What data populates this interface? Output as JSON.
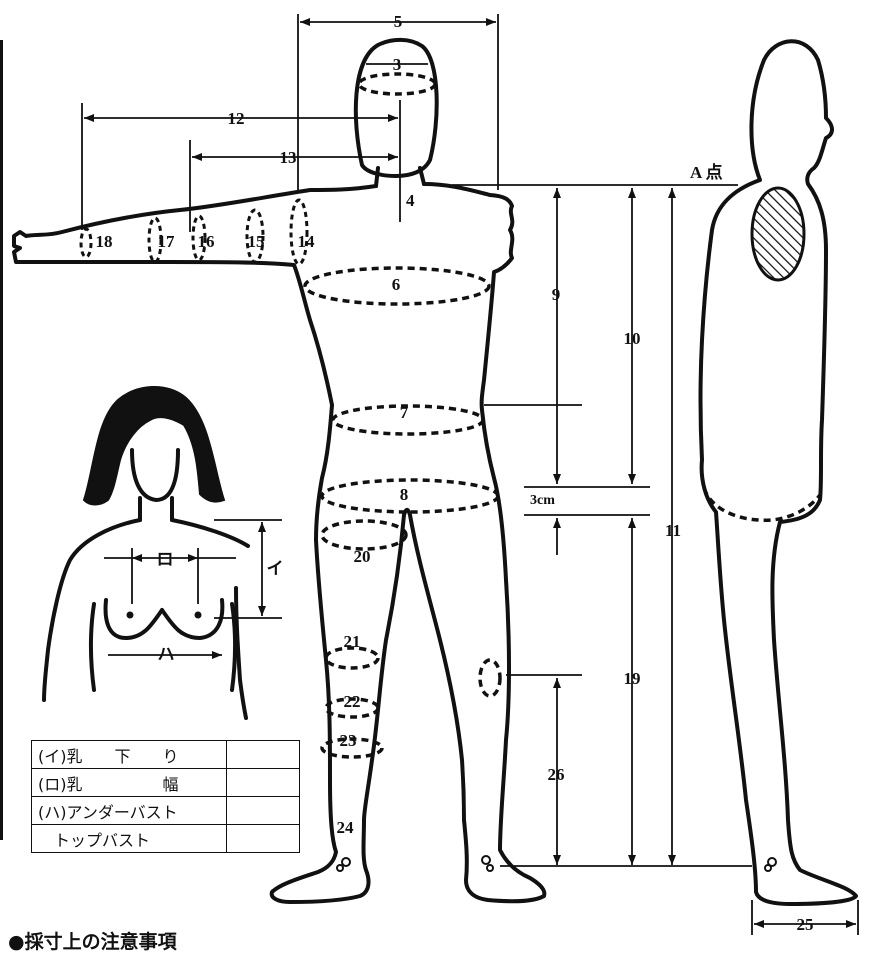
{
  "labels": {
    "m3": "3",
    "m4": "4",
    "m5": "5",
    "m6": "6",
    "m7": "7",
    "m8": "8",
    "m9": "9",
    "m10": "10",
    "m11": "11",
    "m12": "12",
    "m13": "13",
    "m14": "14",
    "m15": "15",
    "m16": "16",
    "m17": "17",
    "m18": "18",
    "m19": "19",
    "m20": "20",
    "m21": "21",
    "m22": "22",
    "m23": "23",
    "m24": "24",
    "m25": "25",
    "m26": "26",
    "a_point": "A 点",
    "three_cm": "3cm",
    "bust_i": "イ",
    "bust_ro": "ロ",
    "bust_ha": "ハ"
  },
  "table": {
    "rows": [
      {
        "label": "(イ)乳　　下　　り",
        "value": ""
      },
      {
        "label": "(ロ)乳　　　　　幅",
        "value": ""
      },
      {
        "label": "(ハ)アンダーバスト",
        "value": ""
      },
      {
        "label": "　トップバスト",
        "value": ""
      }
    ]
  },
  "notes": {
    "title": "●採寸上の注意事項"
  }
}
